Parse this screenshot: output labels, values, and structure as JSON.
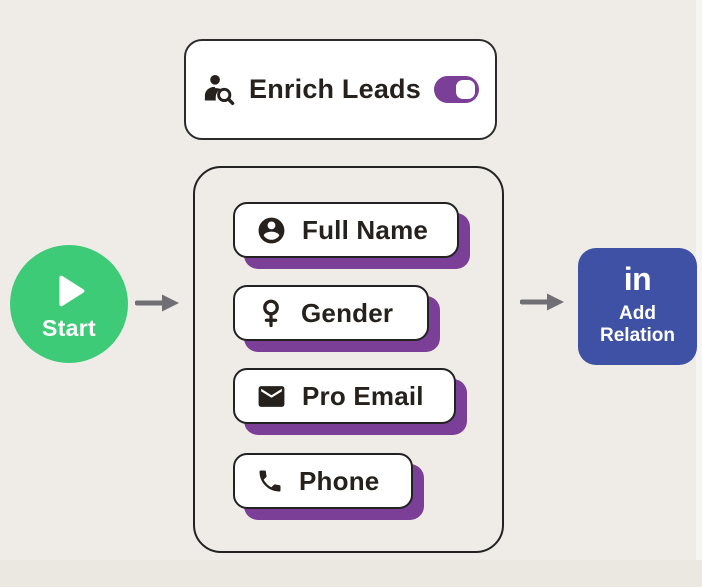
{
  "colors": {
    "background": "#EFECE7",
    "accent_purple": "#7C3F98",
    "node_green": "#3ECB77",
    "node_blue": "#3F51A5",
    "arrow_gray": "#6F6F74",
    "text_dark": "#26211D",
    "card_white": "#FFFFFF",
    "border_dark": "#222222"
  },
  "enrich_card": {
    "label": "Enrich Leads",
    "icon": "person-search-icon",
    "toggle_state": "on"
  },
  "start_node": {
    "label": "Start",
    "icon": "play-icon"
  },
  "fields_group": {
    "items": [
      {
        "label": "Full Name",
        "icon": "person-circle-icon"
      },
      {
        "label": "Gender",
        "icon": "female-icon"
      },
      {
        "label": "Pro Email",
        "icon": "envelope-icon"
      },
      {
        "label": "Phone",
        "icon": "phone-icon"
      }
    ]
  },
  "linkedin_node": {
    "logo": "in",
    "label": "Add Relation"
  }
}
